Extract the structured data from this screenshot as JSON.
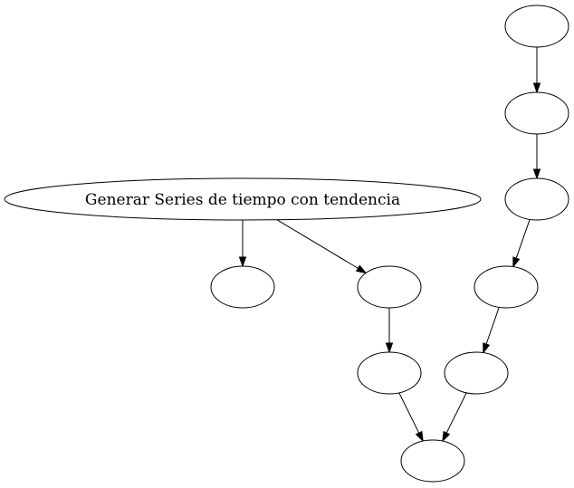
{
  "diagram": {
    "type": "directed-graph",
    "nodes": [
      {
        "id": "n_root",
        "label": "Generar Series de tiempo con tendencia"
      },
      {
        "id": "n_left_leaf",
        "label": ""
      },
      {
        "id": "n_mid_a",
        "label": ""
      },
      {
        "id": "n_mid_b",
        "label": ""
      },
      {
        "id": "n_chain_1",
        "label": ""
      },
      {
        "id": "n_chain_2",
        "label": ""
      },
      {
        "id": "n_chain_3",
        "label": ""
      },
      {
        "id": "n_chain_4",
        "label": ""
      },
      {
        "id": "n_chain_5",
        "label": ""
      },
      {
        "id": "n_sink",
        "label": ""
      }
    ],
    "edges": [
      {
        "from": "n_root",
        "to": "n_left_leaf"
      },
      {
        "from": "n_root",
        "to": "n_mid_a"
      },
      {
        "from": "n_mid_a",
        "to": "n_mid_b"
      },
      {
        "from": "n_mid_b",
        "to": "n_sink"
      },
      {
        "from": "n_chain_1",
        "to": "n_chain_2"
      },
      {
        "from": "n_chain_2",
        "to": "n_chain_3"
      },
      {
        "from": "n_chain_3",
        "to": "n_chain_4"
      },
      {
        "from": "n_chain_4",
        "to": "n_chain_5"
      },
      {
        "from": "n_chain_5",
        "to": "n_sink"
      }
    ]
  }
}
